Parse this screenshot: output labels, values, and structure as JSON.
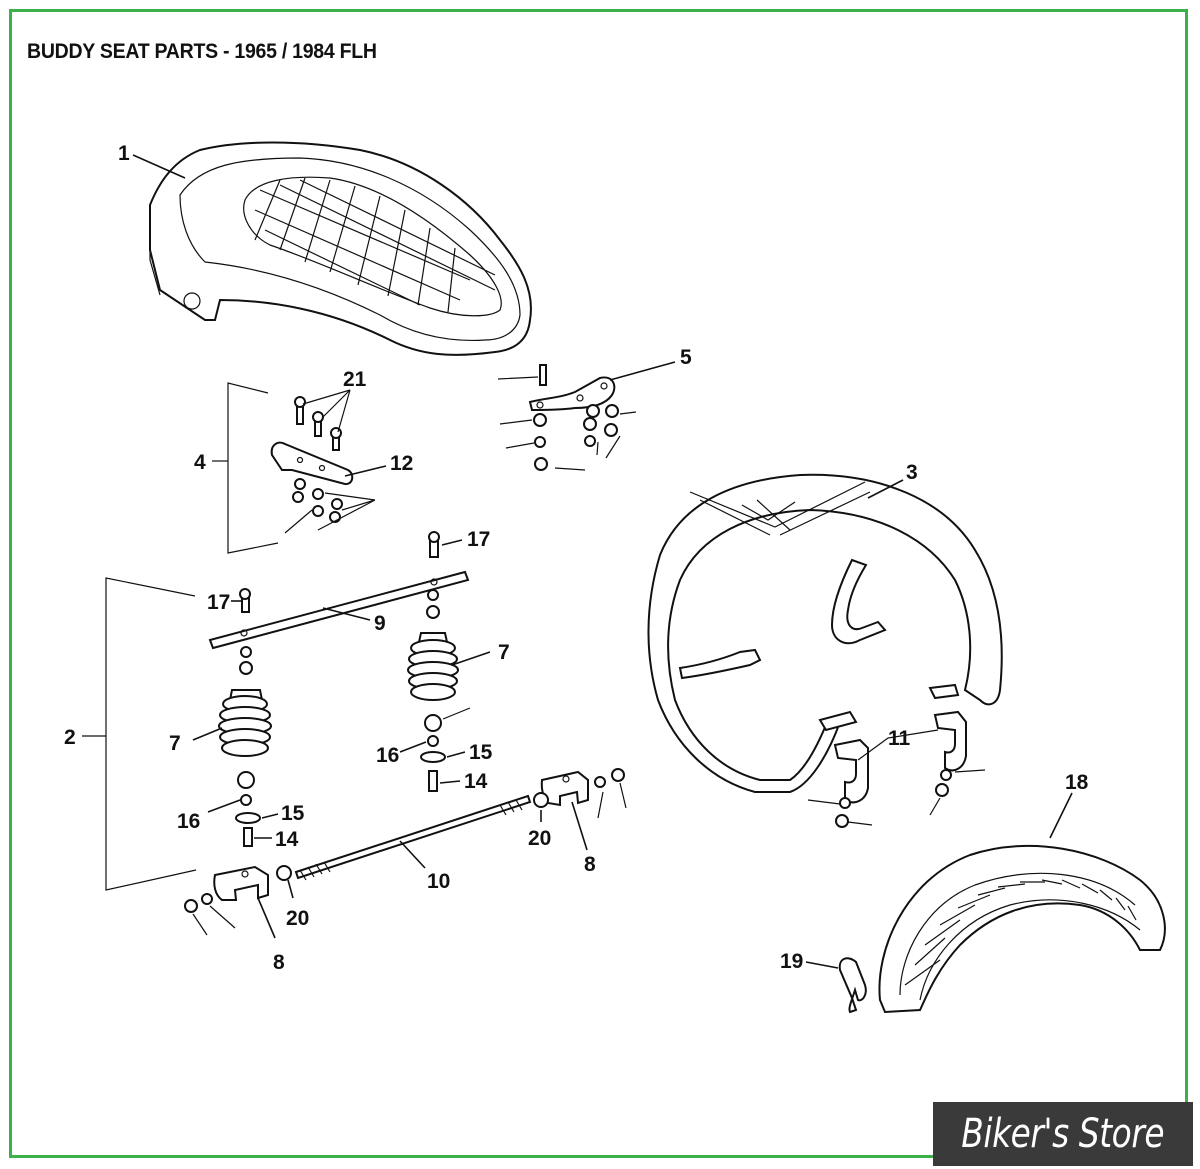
{
  "title": "BUDDY SEAT PARTS - 1965 / 1984 FLH",
  "brand": {
    "logo_text": "Biker's Store",
    "frame_color": "#3cb04a",
    "logo_bg": "#3a3a3a"
  },
  "callouts": [
    "1",
    "2",
    "3",
    "4",
    "5",
    "7",
    "7",
    "8",
    "8",
    "9",
    "10",
    "11",
    "12",
    "14",
    "14",
    "15",
    "15",
    "16",
    "16",
    "17",
    "17",
    "18",
    "19",
    "20",
    "20",
    "21"
  ]
}
